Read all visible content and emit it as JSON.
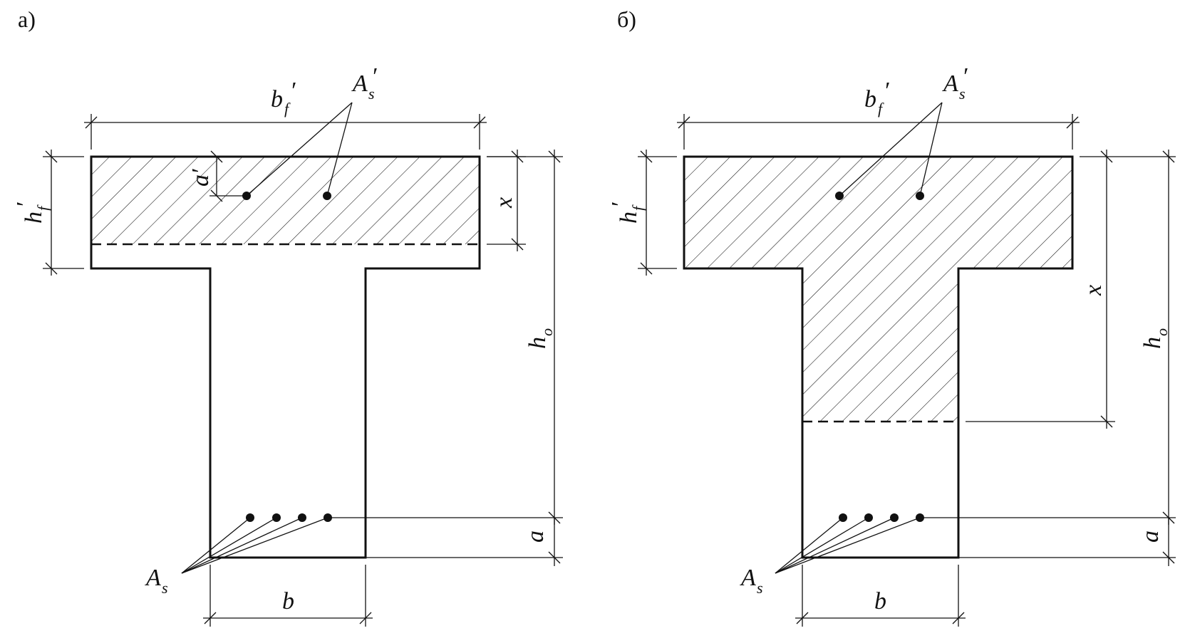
{
  "panels": [
    {
      "id": "a",
      "panel_label": "а)",
      "labels": {
        "bf": "b",
        "bf_sub": "f",
        "bf_prime": "′",
        "As_prime": "A",
        "As_prime_sub": "s",
        "As_prime_prime": "′",
        "hf": "h",
        "hf_sub": "f",
        "hf_prime": "′",
        "a_prime": "a′",
        "x": "x",
        "h0": "h",
        "h0_sub": "o",
        "a": "a",
        "As": "A",
        "As_sub": "s",
        "b": "b"
      }
    },
    {
      "id": "b",
      "panel_label": "б)",
      "labels": {
        "bf": "b",
        "bf_sub": "f",
        "bf_prime": "′",
        "As_prime": "A",
        "As_prime_sub": "s",
        "As_prime_prime": "′",
        "hf": "h",
        "hf_sub": "f",
        "hf_prime": "′",
        "x": "x",
        "h0": "h",
        "h0_sub": "o",
        "a": "a",
        "As": "A",
        "As_sub": "s",
        "b": "b"
      }
    }
  ]
}
